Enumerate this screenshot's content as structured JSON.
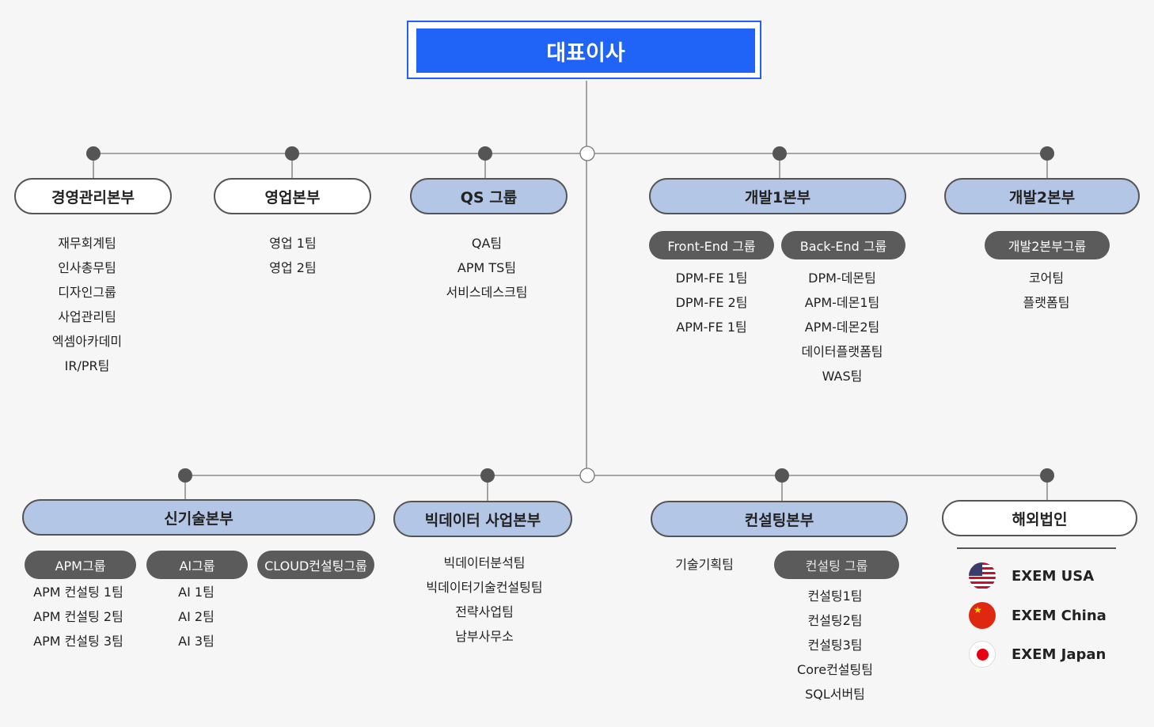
{
  "ceo": "대표이사",
  "top_divisions": {
    "management": {
      "title": "경영관리본부",
      "teams": [
        "재무회계팀",
        "인사총무팀",
        "디자인그룹",
        "사업관리팀",
        "엑셈아카데미",
        "IR/PR팀"
      ]
    },
    "sales": {
      "title": "영업본부",
      "teams": [
        "영업 1팀",
        "영업 2팀"
      ]
    },
    "qs": {
      "title": "QS 그룹",
      "teams": [
        "QA팀",
        "APM TS팀",
        "서비스데스크팀"
      ]
    },
    "dev1": {
      "title": "개발1본부",
      "front_group": "Front-End 그룹",
      "front_teams": [
        "DPM-FE 1팀",
        "DPM-FE 2팀",
        "APM-FE 1팀"
      ],
      "back_group": "Back-End  그룹",
      "back_teams": [
        "DPM-데몬팀",
        "APM-데몬1팀",
        "APM-데몬2팀",
        "데이터플랫폼팀",
        "WAS팀"
      ]
    },
    "dev2": {
      "title": "개발2본부",
      "group": "개발2본부그룹",
      "teams": [
        "코어팀",
        "플랫폼팀"
      ]
    }
  },
  "bottom_divisions": {
    "newtech": {
      "title": "신기술본부",
      "apm_group": "APM그룹",
      "apm_teams": [
        "APM 컨설팅 1팀",
        "APM 컨설팅 2팀",
        "APM 컨설팅 3팀"
      ],
      "ai_group": "AI그룹",
      "ai_teams": [
        "AI 1팀",
        "AI 2팀",
        "AI 3팀"
      ],
      "cloud_group": "CLOUD컨설팅그룹"
    },
    "bigdata": {
      "title": "빅데이터 사업본부",
      "teams": [
        "빅데이터분석팀",
        "빅데이터기술컨설팅팀",
        "전략사업팀",
        "남부사무소"
      ]
    },
    "consulting": {
      "title": "컨설팅본부",
      "planning_team": "기술기획팀",
      "group": "컨설팅 그룹",
      "teams": [
        "컨설팅1팀",
        "컨설팅2팀",
        "컨설팅3팀",
        "Core컨설팅팀",
        "SQL서버팀"
      ]
    },
    "overseas": {
      "title": "해외법인",
      "entities": [
        {
          "name": "EXEM USA",
          "flag": "usa-flag-icon"
        },
        {
          "name": "EXEM China",
          "flag": "china-flag-icon"
        },
        {
          "name": "EXEM Japan",
          "flag": "japan-flag-icon"
        }
      ]
    }
  },
  "colors": {
    "ceo_blue": "#1f64f7",
    "pill_blue": "#b3c6e6",
    "tag_gray": "#5b5b5b",
    "line": "#777777",
    "dot": "#555555"
  }
}
